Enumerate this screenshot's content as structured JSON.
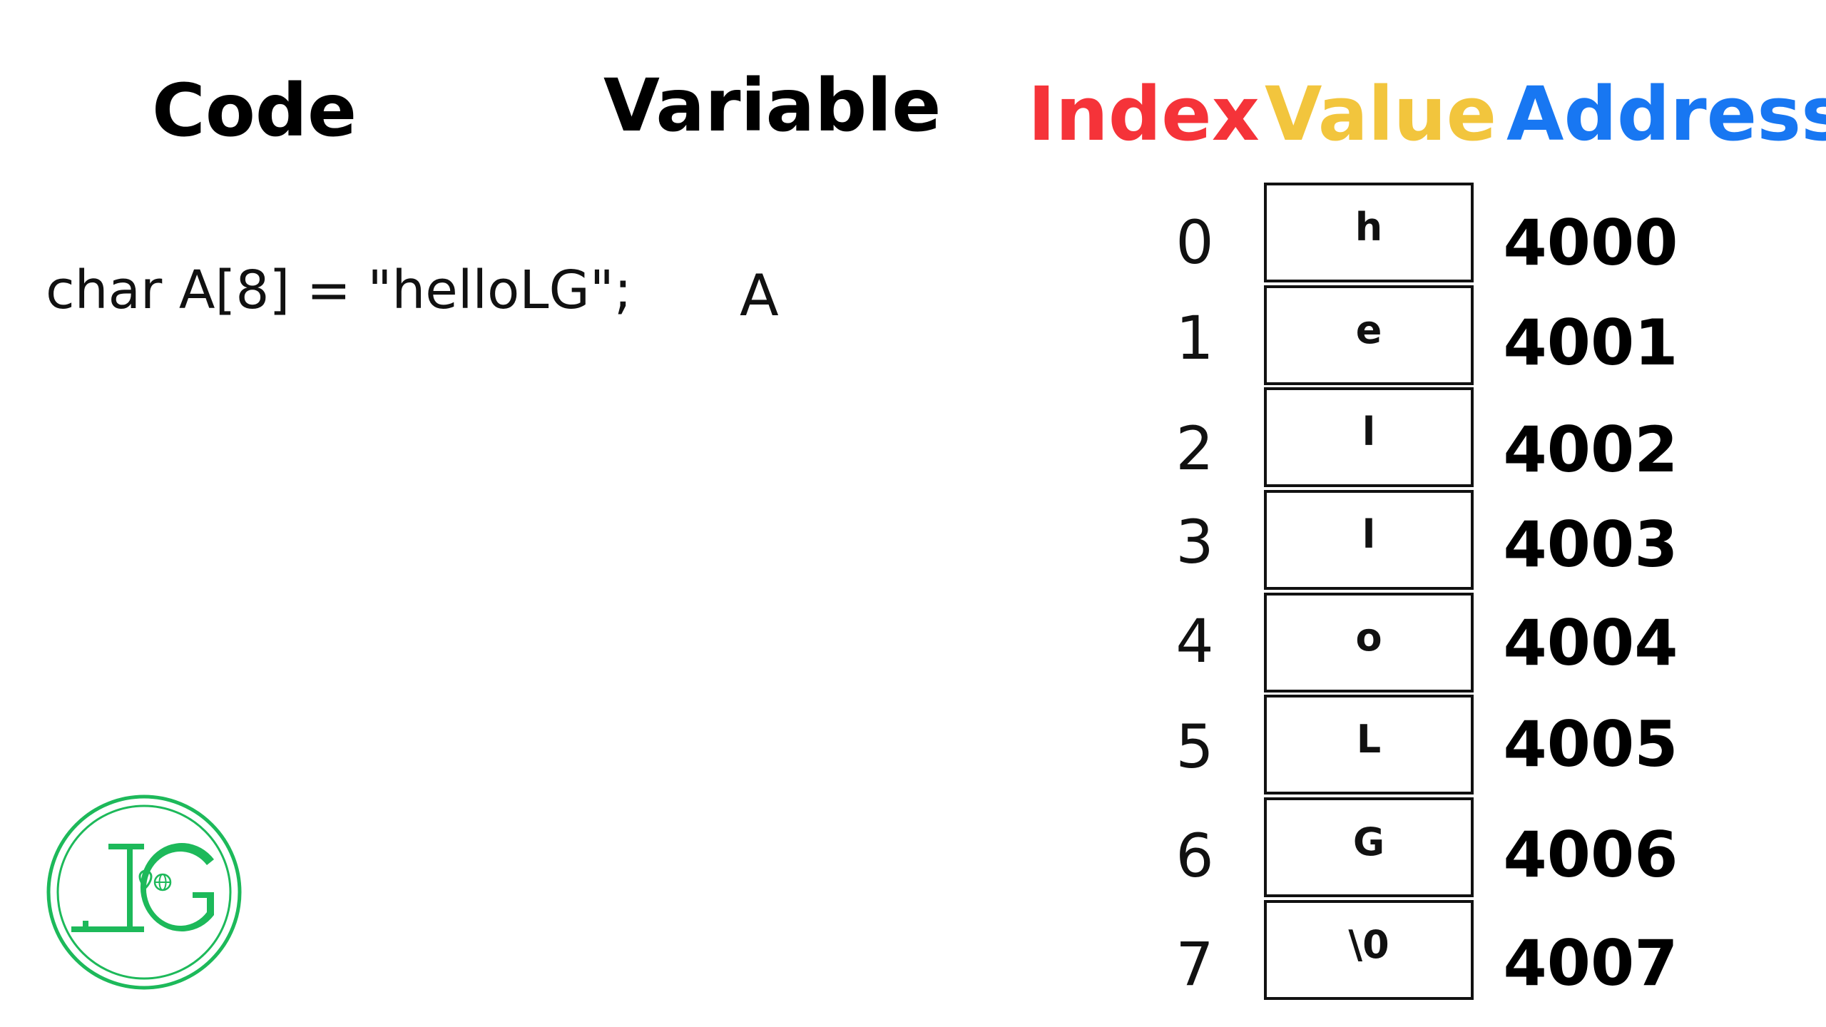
{
  "headers": {
    "code": "Code",
    "variable": "Variable",
    "index": "Index",
    "value": "Value",
    "address": "Address"
  },
  "colors": {
    "index": "#f53339",
    "value": "#f2c53d",
    "address": "#1877f2",
    "logo": "#1db95a"
  },
  "code_line": "char A[8] = \"helloLG\";",
  "variable_name": "A",
  "memory": [
    {
      "index": "0",
      "value": "h",
      "address": "4000"
    },
    {
      "index": "1",
      "value": "e",
      "address": "4001"
    },
    {
      "index": "2",
      "value": "l",
      "address": "4002"
    },
    {
      "index": "3",
      "value": "l",
      "address": "4003"
    },
    {
      "index": "4",
      "value": "o",
      "address": "4004"
    },
    {
      "index": "5",
      "value": "L",
      "address": "4005"
    },
    {
      "index": "6",
      "value": "G",
      "address": "4006"
    },
    {
      "index": "7",
      "value": "\\0",
      "address": "4007"
    }
  ],
  "logo": {
    "icon": "lg-logo-icon",
    "letters": "LG"
  }
}
